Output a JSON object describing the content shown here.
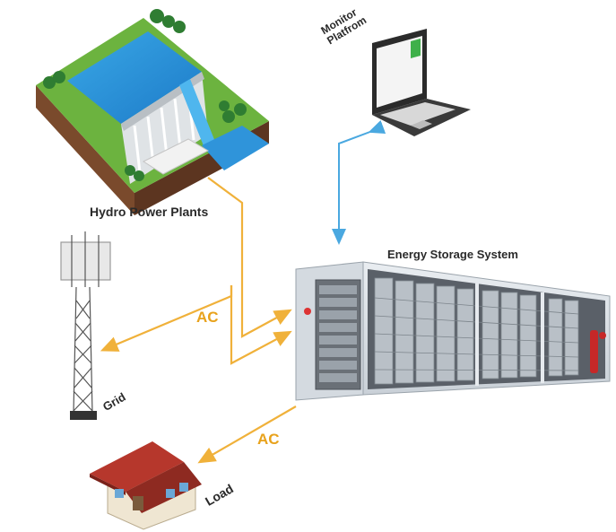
{
  "labels": {
    "hydro": "Hydro Power Plants",
    "monitor": "Monitor\nPlatfrom",
    "ess": "Energy Storage System",
    "grid": "Grid",
    "load": "Load",
    "ac_grid": "AC",
    "ac_load": "AC"
  },
  "colors": {
    "ac_line": "#f0b13a",
    "data_line": "#4aa8e0",
    "text": "#2a2a2a",
    "ac_text": "#e8a21c"
  },
  "icons": {
    "hydro": "hydro-dam-icon",
    "monitor": "laptop-icon",
    "ess": "battery-container-icon",
    "grid": "transmission-tower-icon",
    "load": "house-icon"
  }
}
